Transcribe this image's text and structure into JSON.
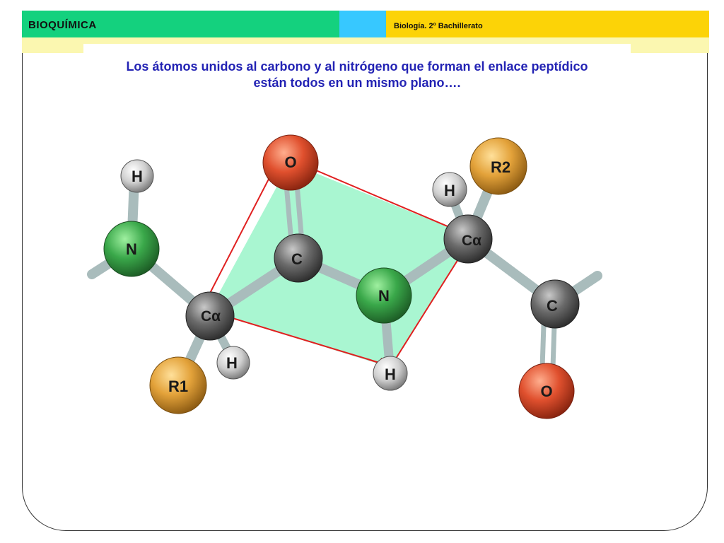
{
  "header": {
    "title": "BIOQUÍMICA",
    "subtitle": "Biología. 2º Bachillerato",
    "colors": {
      "green": "#14d17e",
      "cyan": "#37c8ff",
      "yellow": "#fcd307",
      "band": "#fbf7b0"
    }
  },
  "heading": {
    "line1": "Los átomos unidos al carbono y al nitrógeno que forman el enlace peptídico",
    "line2": "están todos en un mismo plano…."
  },
  "atoms": {
    "h_terminal": "H",
    "n_terminal": "N",
    "ca1": "Cα",
    "r1": "R1",
    "h_ca1": "H",
    "c_carbonyl": "C",
    "o_carbonyl": "O",
    "n_amide": "N",
    "h_amide": "H",
    "ca2": "Cα",
    "h_ca2": "H",
    "r2": "R2",
    "c_terminal": "C",
    "o_terminal": "O"
  },
  "colors": {
    "plane_fill": "#a0f5cc",
    "plane_edge": "#e02020",
    "hydrogen": "#c9c9c9",
    "nitrogen": "#3aa84a",
    "carbon": "#6a6a6a",
    "oxygen": "#e0502e",
    "r_group": "#e3a23a",
    "bond": "#a9bcbc"
  }
}
